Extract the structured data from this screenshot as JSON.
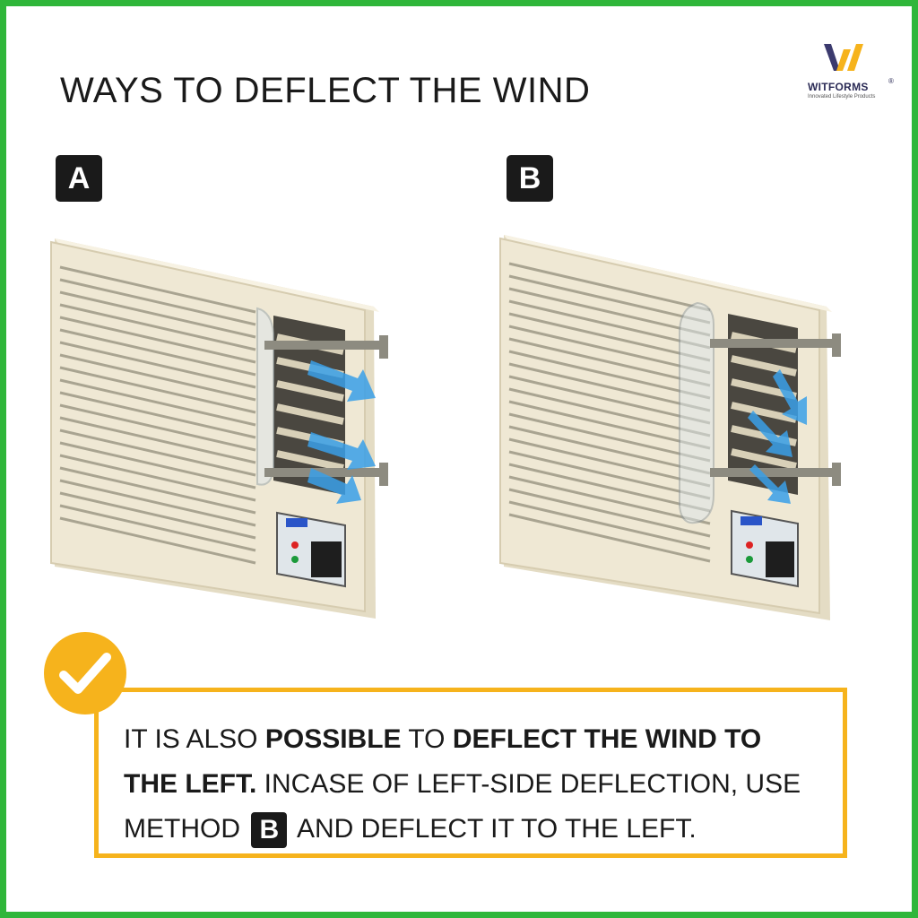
{
  "header": {
    "title": "WAYS TO DEFLECT THE WIND"
  },
  "brand": {
    "name": "WITFORMS",
    "registered": "®",
    "tagline": "Innovated Lifestyle Products",
    "colors": {
      "left": "#3b3a6e",
      "right": "#f6b31c"
    }
  },
  "methods": [
    {
      "label": "A",
      "icon": "ac-unit-deflector-a"
    },
    {
      "label": "B",
      "icon": "ac-unit-deflector-b"
    }
  ],
  "note": {
    "icon": "checkmark-circle-icon",
    "text_1": "IT IS ALSO ",
    "bold_1": "POSSIBLE",
    "text_2": " TO ",
    "bold_2": "DEFLECT THE WIND TO THE LEFT.",
    "text_3": " INCASE OF LEFT-SIDE DEFLECTION, USE METHOD ",
    "method_badge": "B",
    "text_4": " AND DEFLECT IT TO THE LEFT."
  },
  "colors": {
    "frame": "#2fb63a",
    "accent": "#f6b31c",
    "badge": "#1a1a1a",
    "unit_body": "#efe8d4",
    "airflow": "#3aa0e8"
  }
}
